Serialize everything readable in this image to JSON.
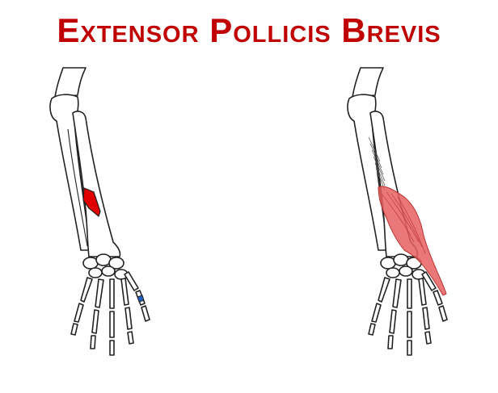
{
  "title": "Extensor Pollicis Brevis",
  "colors": {
    "title": "#c00000",
    "origin_marker": "#e00000",
    "insertion_marker": "#1f5fbf",
    "muscle": "#e86060"
  },
  "figures": [
    {
      "view": "attachment-sites",
      "markers": [
        "origin",
        "insertion"
      ]
    },
    {
      "view": "muscle-belly"
    }
  ]
}
